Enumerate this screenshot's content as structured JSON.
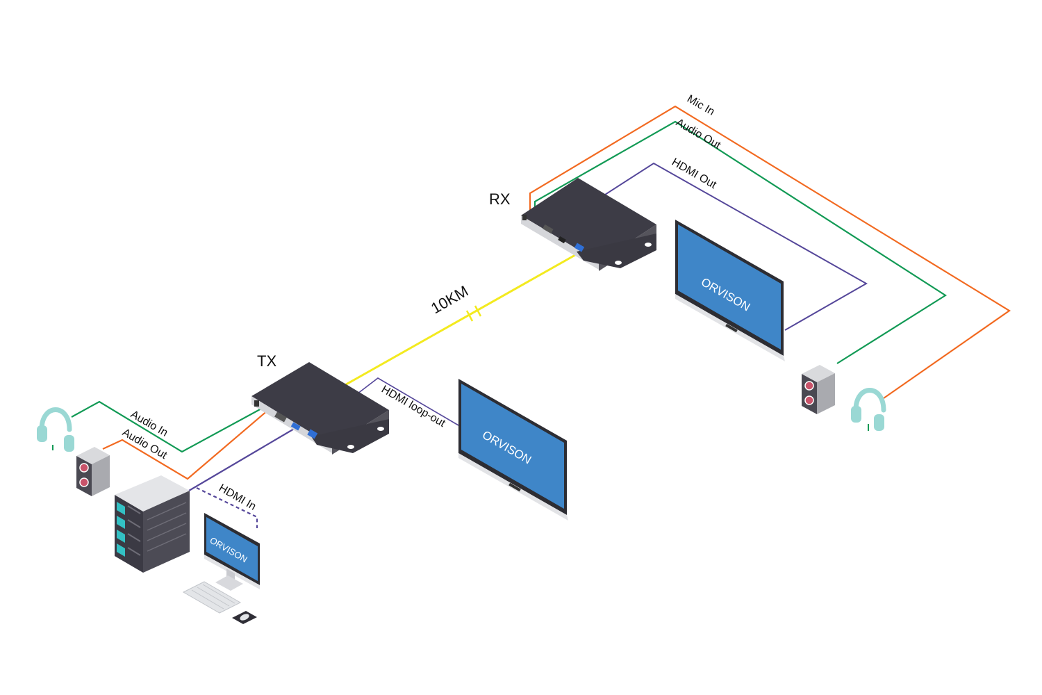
{
  "devices": {
    "tx": {
      "label": "TX"
    },
    "rx": {
      "label": "RX"
    }
  },
  "link": {
    "distance": "10KM"
  },
  "connections": {
    "tx_audio_in": "Audio In",
    "tx_audio_out": "Audio Out",
    "tx_hdmi_loop_out": "HDMI loop-out",
    "tx_hdmi_in": "HDMI In",
    "rx_mic_in": "Mic In",
    "rx_audio_out": "Audio Out",
    "rx_hdmi_out": "HDMI Out"
  },
  "screens": {
    "tx_display": "ORVISON",
    "rx_display": "ORVISON",
    "pc_monitor": "ORVISON"
  },
  "colors": {
    "fiber": "#f3ea1f",
    "audio_in": "#129a55",
    "audio_out": "#f26a21",
    "hdmi": "#55479a",
    "device_body": "#3d3c46",
    "screen": "#3f86c8",
    "headphone": "#9ad8d4"
  }
}
